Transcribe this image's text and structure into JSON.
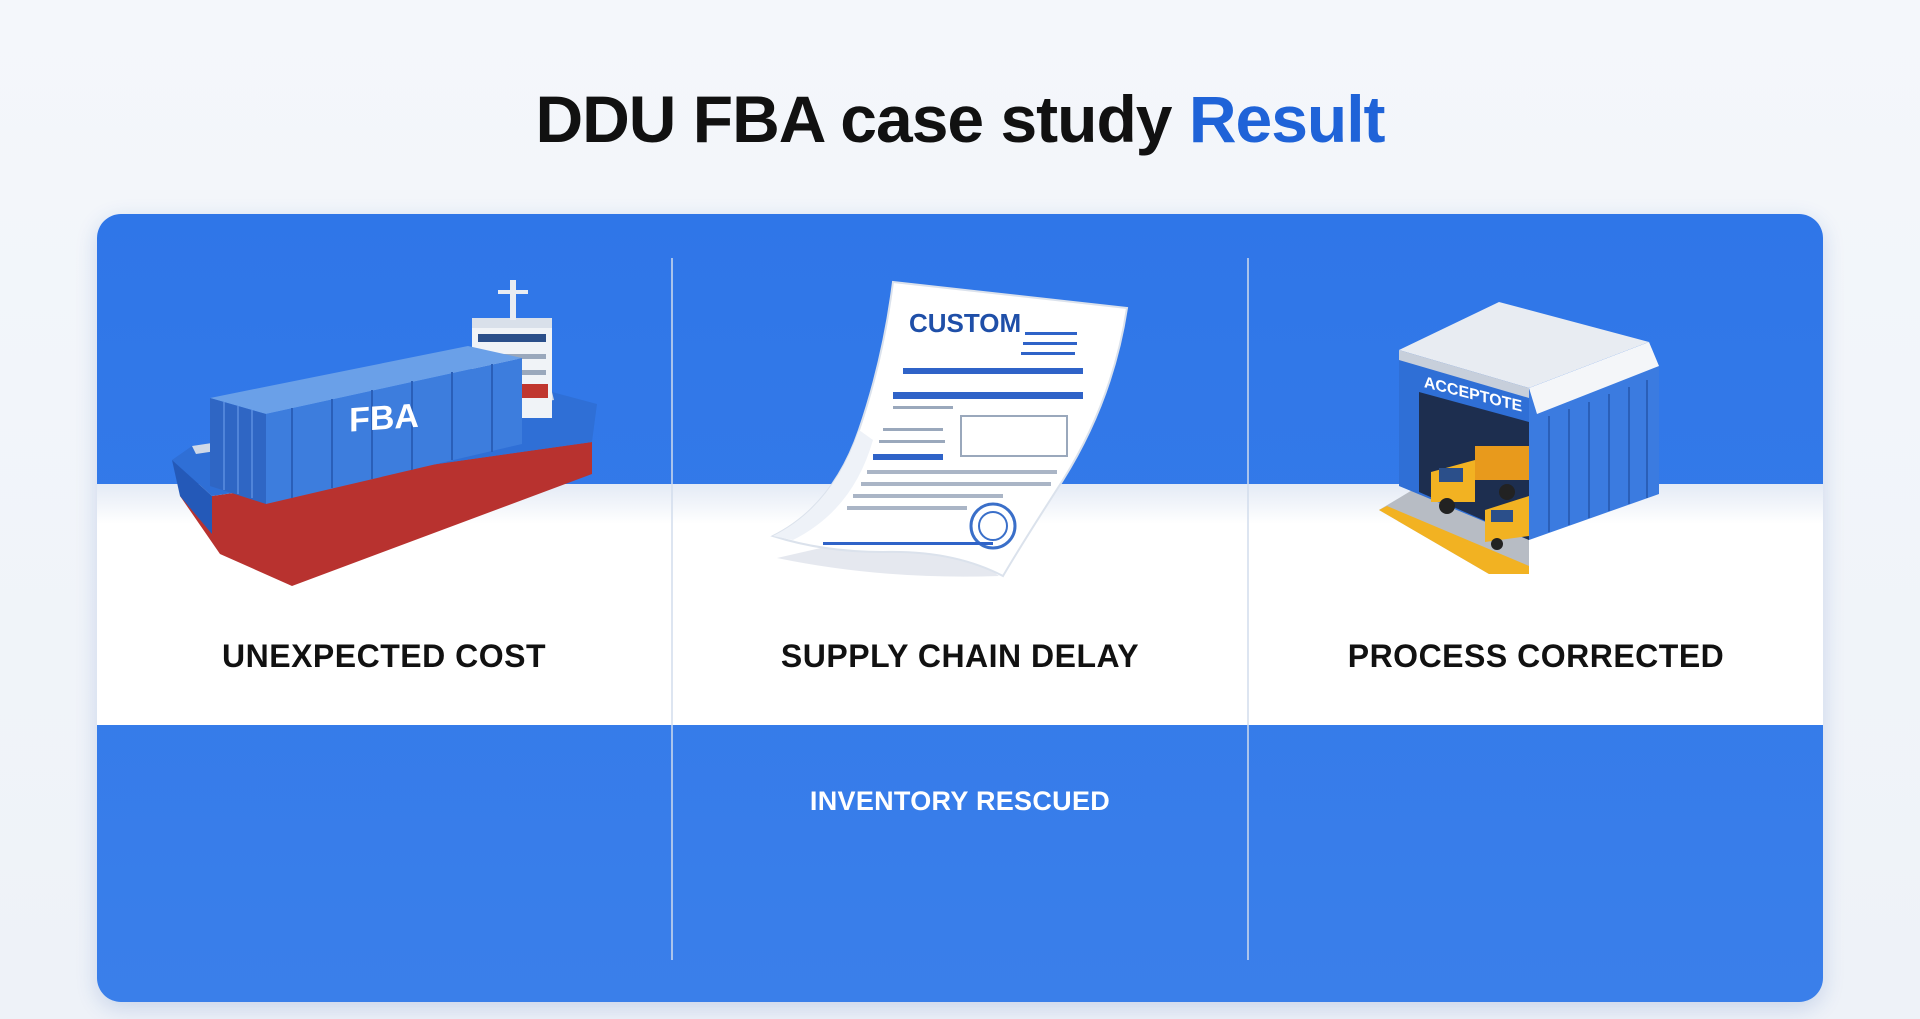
{
  "title": {
    "main": "DDU FBA case study",
    "accent": "Result"
  },
  "columns": [
    {
      "label": "UNEXPECTED COST",
      "illustration": "container-ship-icon",
      "container_text": "FBA"
    },
    {
      "label": "SUPPLY CHAIN DELAY",
      "illustration": "customs-document-icon",
      "document_title": "CUSTOM",
      "sub_label": "INVENTORY RESCUED"
    },
    {
      "label": "PROCESS CORRECTED",
      "illustration": "warehouse-icon",
      "warehouse_sign": "ACCEPTOTE"
    }
  ],
  "colors": {
    "accent": "#1f63d8",
    "panel": "#2f76e8",
    "band": "#ffffff",
    "ship_hull": "#b8322f",
    "truck": "#f2b222"
  }
}
